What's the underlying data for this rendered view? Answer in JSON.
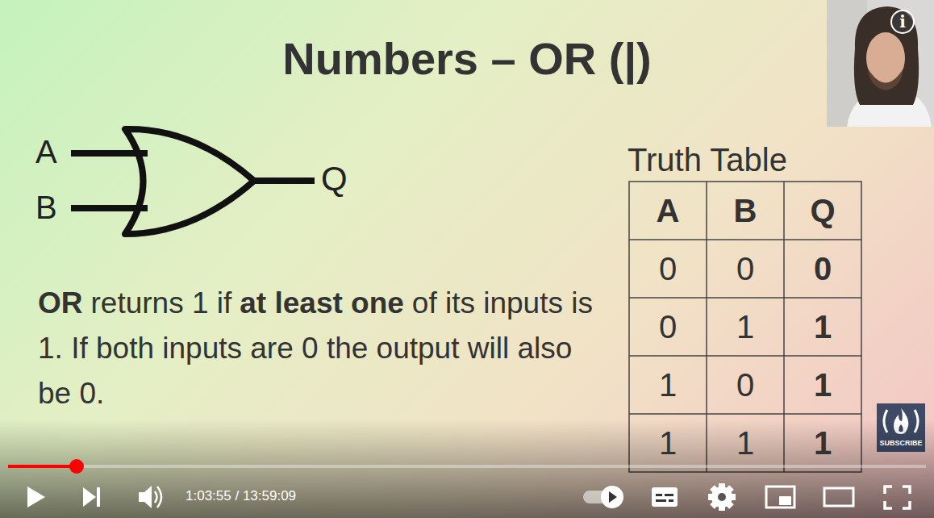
{
  "diagram": {
    "title": "Numbers – OR (|)",
    "labels": [
      "A",
      "B",
      "Q",
      "OR",
      "returns 1 if",
      "at least one",
      "of its inputs is 1. If both inputs are 0 the output will also be 0.",
      "Truth Table",
      "A",
      "B",
      "Q",
      "0",
      "0",
      "0",
      "0",
      "1",
      "1",
      "1",
      "0",
      "1",
      "1",
      "1",
      "1",
      "1:03:55 / 13:59:09",
      "SUBSCRIBE",
      "i"
    ]
  }
}
